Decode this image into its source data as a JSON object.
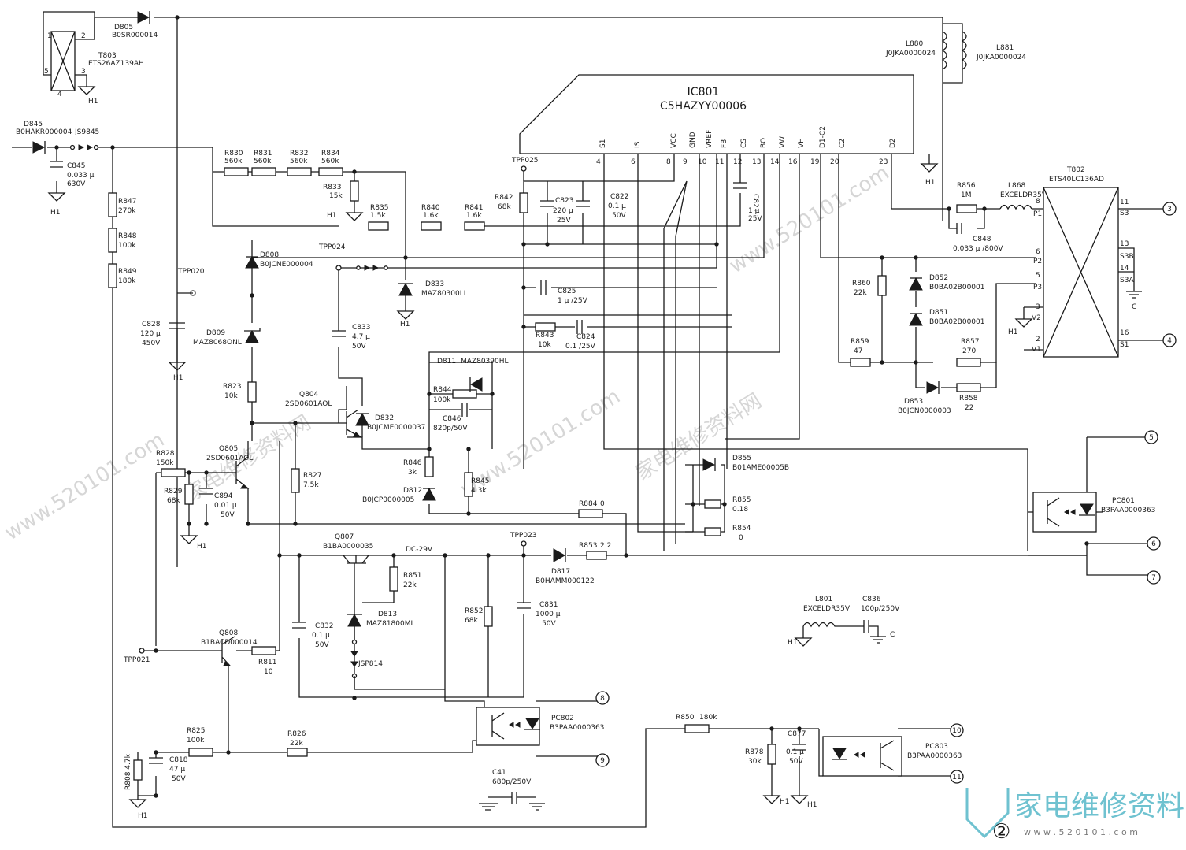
{
  "ic": {
    "ref": "IC801",
    "part": "C5HAZYY00006",
    "pins": [
      {
        "name": "S1",
        "num": "4"
      },
      {
        "name": "IS",
        "num": "6"
      },
      {
        "name": "VCC",
        "num": "8"
      },
      {
        "name": "GND",
        "num": "9"
      },
      {
        "name": "VREF",
        "num": "10"
      },
      {
        "name": "FB",
        "num": "11"
      },
      {
        "name": "CS",
        "num": "12"
      },
      {
        "name": "BO",
        "num": "13"
      },
      {
        "name": "VW",
        "num": "14"
      },
      {
        "name": "VH",
        "num": "16"
      },
      {
        "name": "D1-C2",
        "num": "19"
      },
      {
        "name": "C2",
        "num": "20"
      },
      {
        "name": "D2",
        "num": "23"
      }
    ]
  },
  "labels": {
    "d805": "D805",
    "d805p": "B0SR000014",
    "t803": "T803",
    "t803p": "ETS26AZ139AH",
    "t803n1": "1",
    "t803n2": "2",
    "t803n3": "3",
    "t803n4": "4",
    "t803n5": "5",
    "d845": "D845",
    "d845p": "B0HAKR000004",
    "js9845": "JS9845",
    "c845": "C845",
    "c845v": "0.033 μ",
    "c845r": "630V",
    "r830": "R830",
    "r830v": "560k",
    "r831": "R831",
    "r831v": "560k",
    "r832": "R832",
    "r832v": "560k",
    "r834": "R834",
    "r834v": "560k",
    "r833": "R833",
    "r833v": "15k",
    "r835": "R835",
    "r835v": "1.5k",
    "r840": "R840",
    "r840v": "1.6k",
    "r841": "R841",
    "r841v": "1.6k",
    "r842": "R842",
    "r842v": "68k",
    "tpp025": "TPP025",
    "tpp024": "TPP024",
    "tpp020": "TPP020",
    "tpp023": "TPP023",
    "tpp021": "TPP021",
    "c823": "C823",
    "c823v": "220 μ",
    "c823r": "25V",
    "c822": "C822",
    "c822v": "0.1 μ",
    "c822r": "50V",
    "c821": "C821",
    "c821v": "1 μ",
    "c821r": "25V",
    "r847": "R847",
    "r847v": "270k",
    "r848": "R848",
    "r848v": "100k",
    "r849": "R849",
    "r849v": "180k",
    "c828": "C828",
    "c828v": "120 μ",
    "c828r": "450V",
    "d808": "D808",
    "d808p": "B0JCNE000004",
    "d809": "D809",
    "d809p": "MAZ8068ONL",
    "d833": "D833",
    "d833p": "MAZ80300LL",
    "c833": "C833",
    "c833v": "4.7 μ",
    "c833r": "50V",
    "c825": "C825",
    "c825v": "1 μ /25V",
    "r843": "R843",
    "r843v": "10k",
    "c824": "C824",
    "c824v": "0.1 /25V",
    "d811": "D811",
    "d811p": "MAZ80390HL",
    "r844": "R844",
    "r844v": "100k",
    "c846": "C846",
    "c846v": "820p/50V",
    "r823": "R823",
    "r823v": "10k",
    "q804": "Q804",
    "q804p": "2SD0601AOL",
    "d832": "D832",
    "d832p": "B0JCME0000037",
    "q805": "Q805",
    "q805p": "2SD0601AOL",
    "r828": "R828",
    "r828v": "150k",
    "r829": "R829",
    "r829v": "68k",
    "c894": "C894",
    "c894v": "0.01 μ",
    "c894r": "50V",
    "r827": "R827",
    "r827v": "7.5k",
    "r846": "R846",
    "r846v": "3k",
    "d812": "D812",
    "d812p": "B0JCP0000005",
    "r845": "R845",
    "r845v": "4.3k",
    "r884": "R884",
    "r884v": "0",
    "q807": "Q807",
    "q807p": "B1BA0000035",
    "dc29": "DC-29V",
    "r851": "R851",
    "r851v": "22k",
    "d813": "D813",
    "d813p": "MAZ81800ML",
    "js814": "JSP814",
    "c832": "C832",
    "c832v": "0.1 μ",
    "c832r": "50V",
    "r852": "R852",
    "r852v": "68k",
    "c831": "C831",
    "c831v": "1000 μ",
    "c831r": "50V",
    "d817": "D817",
    "d817p": "B0HAMM000122",
    "r853": "R853",
    "r853v": "2 2",
    "q808": "Q808",
    "q808p": "B1BACD000014",
    "r811": "R811",
    "r811v": "10",
    "r825": "R825",
    "r825v": "100k",
    "r826": "R826",
    "r826v": "22k",
    "c818": "C818",
    "c818v": "47 μ",
    "c818r": "50V",
    "r808": "R808 4.7k",
    "pc802": "PC802",
    "pc802p": "B3PAA0000363",
    "c41": "C41",
    "c41v": "680p/250V",
    "d855": "D855",
    "d855p": "B01AME00005B",
    "r855": "R855",
    "r855v": "0.18",
    "r854": "R854",
    "r854v": "0",
    "l880": "L880",
    "l880p": "J0JKA0000024",
    "l881": "L881",
    "l881p": "J0JKA0000024",
    "r856": "R856",
    "r856v": "1M",
    "l868": "L868",
    "l868p": "EXCELDR35V",
    "c848": "C848",
    "c848v": "0.033 μ /800V",
    "t802": "T802",
    "t802p": "ETS40LC136AD",
    "r860": "R860",
    "r860v": "22k",
    "d852": "D852",
    "d852p": "B0BA02B00001",
    "d851": "D851",
    "d851p": "B0BA02B00001",
    "r859": "R859",
    "r859v": "47",
    "r857": "R857",
    "r857v": "270",
    "d853": "D853",
    "d853p": "B0JCN0000003",
    "r858": "R858",
    "r858v": "22",
    "pc801": "PC801",
    "pc801p": "B3PAA0000363",
    "l801": "L801",
    "l801p": "EXCELDR35V",
    "c836": "C836",
    "c836v": "100p/250V",
    "r850": "R850",
    "r850v": "180k",
    "r878": "R878",
    "r878v": "30k",
    "c877": "C877",
    "c877v": "0.1 μ",
    "c877r": "50V",
    "pc803": "PC803",
    "pc803p": "B3PAA0000363",
    "h1": "H1",
    "c": "C",
    "tp_p1": "P1",
    "tp_p2": "P2",
    "tp_p3": "P3",
    "tp_v1": "V1",
    "tp_v2": "V2",
    "tp_s1": "S1",
    "tp_s3": "S3",
    "tp_s3a": "S3A",
    "tp_s3b": "S3B",
    "tp_8": "8",
    "tp_6": "6",
    "tp_5": "5",
    "tp_3": "3",
    "tp_2": "2",
    "tp_11": "11",
    "tp_13": "13",
    "tp_14": "14",
    "tp_16": "16",
    "sheet": "②"
  },
  "connectors": [
    "3",
    "4",
    "5",
    "6",
    "7",
    "8",
    "9",
    "10",
    "11"
  ],
  "watermark": {
    "text": "家电维修资料网",
    "url": "www.520101.com",
    "brand": "家电维修资料网",
    "brand_url": "w w w . 5 2 0 1 0 1 . c o m"
  }
}
